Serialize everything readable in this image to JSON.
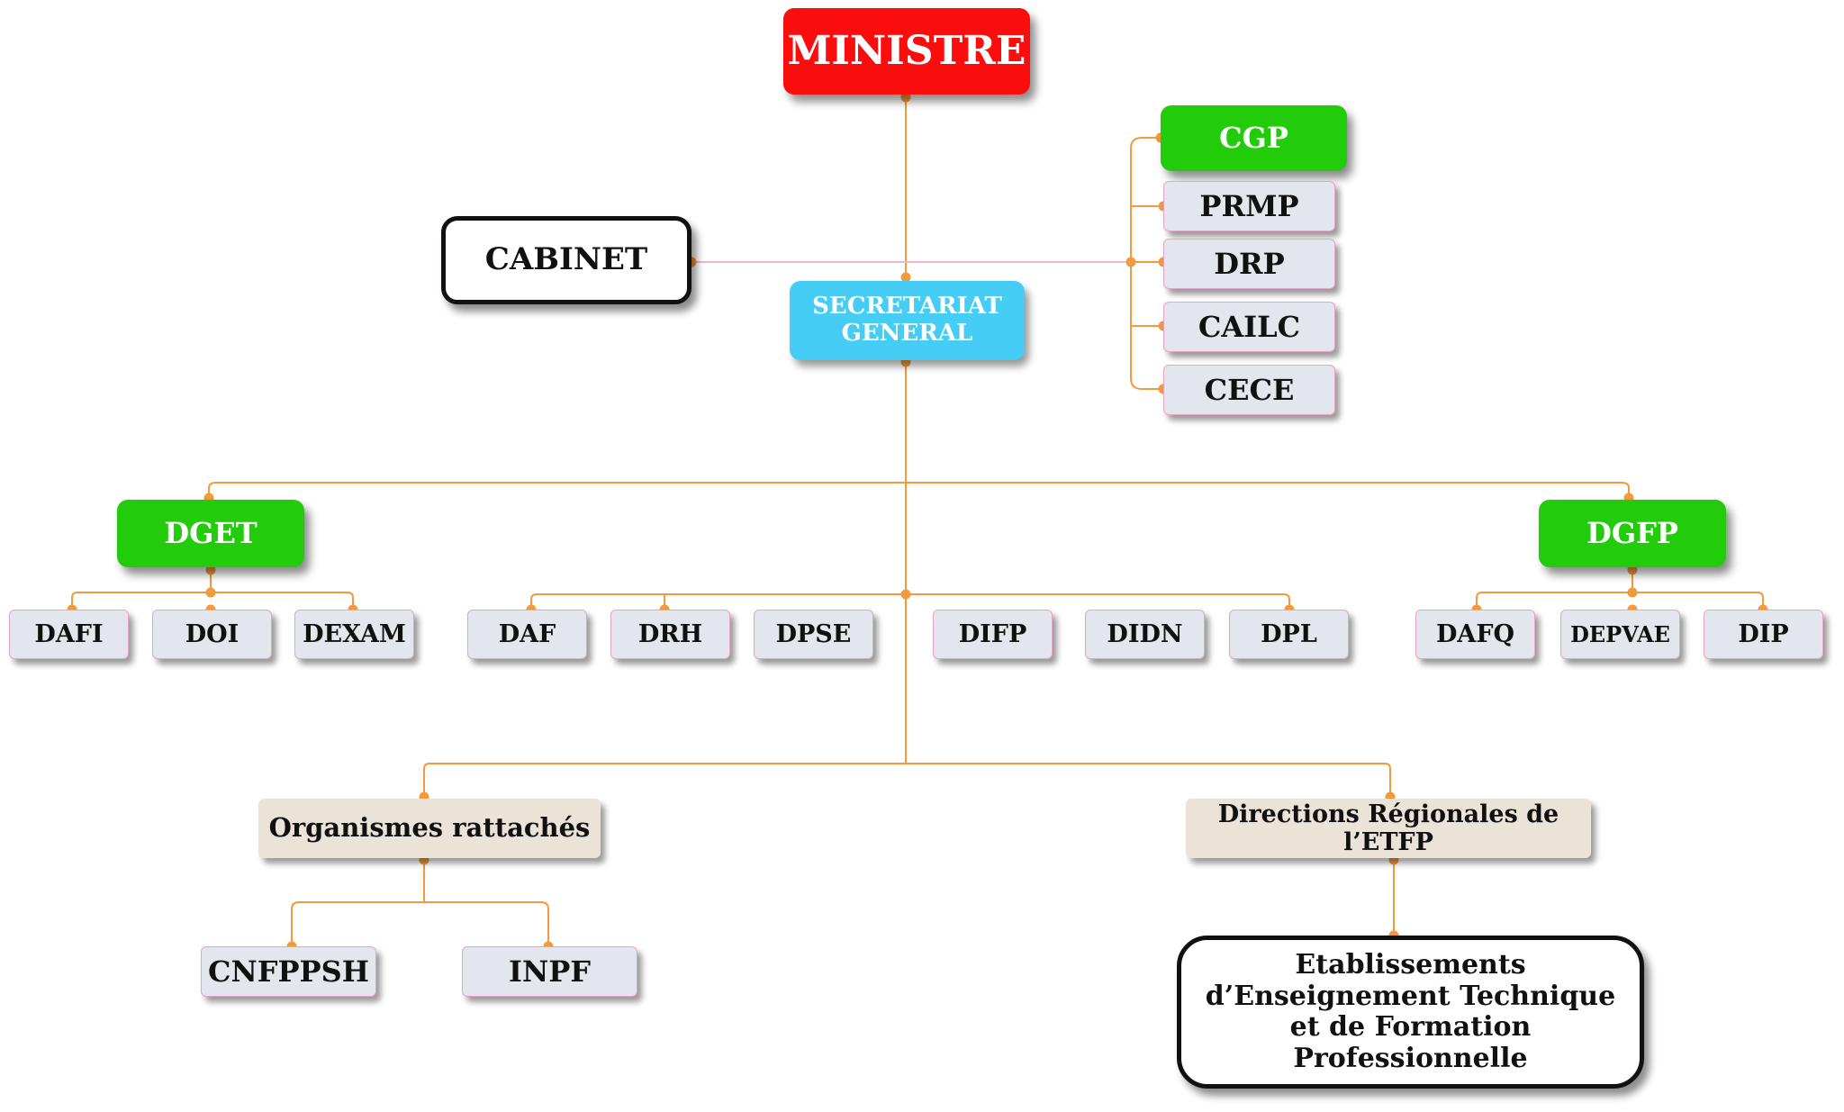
{
  "nodes": {
    "ministre": "MINISTRE",
    "cabinet": "CABINET",
    "secretariat": "SECRETARIAT GENERAL",
    "cgp": "CGP",
    "prmp": "PRMP",
    "drp": "DRP",
    "cailc": "CAILC",
    "cece": "CECE",
    "dget": "DGET",
    "dgfp": "DGFP",
    "dafi": "DAFI",
    "doi": "DOI",
    "dexam": "DEXAM",
    "daf": "DAF",
    "drh": "DRH",
    "dpse": "DPSE",
    "difp": "DIFP",
    "didn": "DIDN",
    "dpl": "DPL",
    "dafq": "DAFQ",
    "depvae": "DEPVAE",
    "dip": "DIP",
    "organismes": "Organismes rattachés",
    "directions_regionales": "Directions Régionales de l’ETFP",
    "cnfppsh": "CNFPPSH",
    "inpf": "INPF",
    "etablissements": "Etablissements d’Enseignement Technique et de Formation Professionnelle"
  },
  "colors": {
    "connector": "#f19a3e",
    "cabinet_link": "#f0b8cf",
    "ministre": "#fb0d0d",
    "direction_generale": "#23cc0b",
    "secretariat": "#45cdf6",
    "service": "#e3e6ec",
    "attached": "#ebe2d8"
  }
}
